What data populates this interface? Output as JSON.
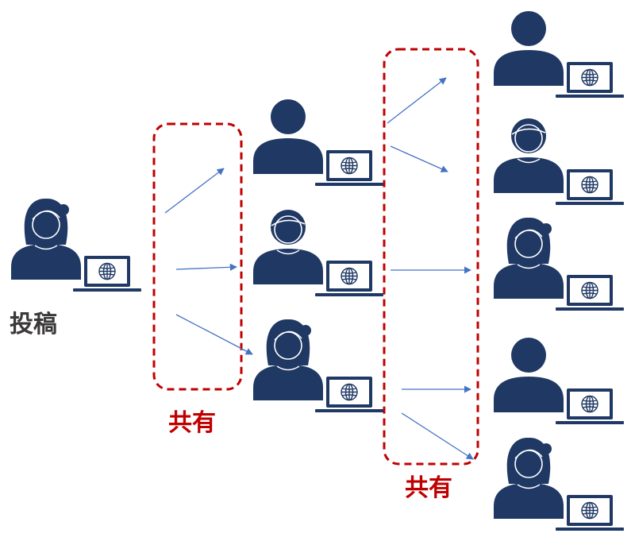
{
  "labels": {
    "post": "投稿",
    "share_1": "共有",
    "share_2": "共有"
  },
  "colors": {
    "figure": "#1F3864",
    "arrow": "#4472C4",
    "share_box": "#C00000",
    "post_text": "#3B3838",
    "share_text": "#C00000",
    "laptop_screen": "#ffffff"
  },
  "people": [
    {
      "id": "poster",
      "variant": "woman"
    },
    {
      "id": "tier1-1",
      "variant": "bald"
    },
    {
      "id": "tier1-2",
      "variant": "man"
    },
    {
      "id": "tier1-3",
      "variant": "woman"
    },
    {
      "id": "tier2-1",
      "variant": "bald"
    },
    {
      "id": "tier2-2",
      "variant": "man"
    },
    {
      "id": "tier2-3",
      "variant": "woman"
    },
    {
      "id": "tier2-4",
      "variant": "bald"
    },
    {
      "id": "tier2-5",
      "variant": "woman"
    }
  ]
}
